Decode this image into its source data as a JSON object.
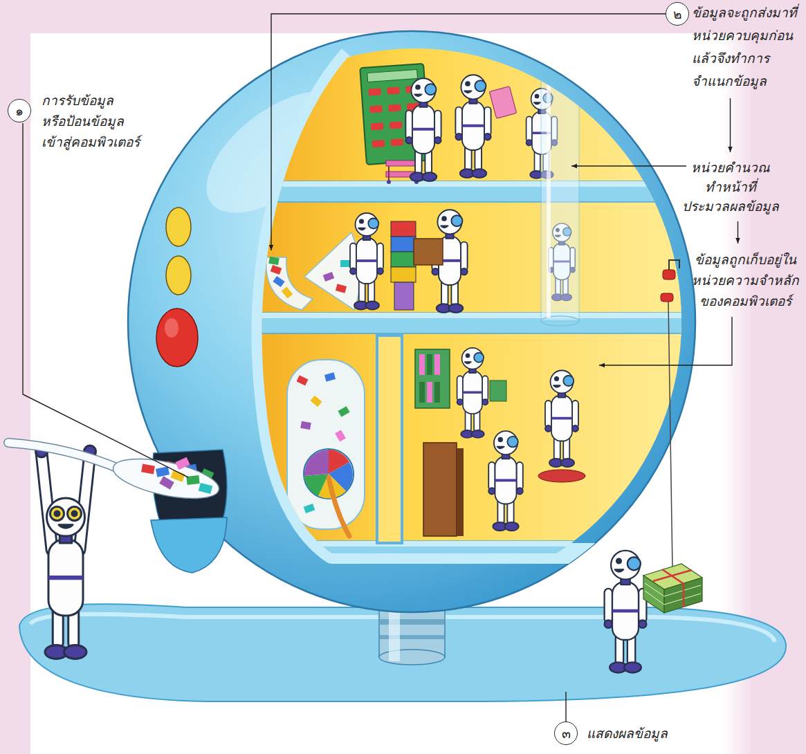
{
  "diagram": {
    "nodes": [
      {
        "text": [
          "๑",
          "การรับข้อมูล หรือป้อนข้อมูล เข้าสู่คอมพิวเตอร์"
        ]
      },
      {
        "text": [
          "๒",
          "ข้อมูลจะถูกส่งมาที่ หน่วยควบคุมก่อน แล้วจึงทำการ จำแนกข้อมูล"
        ]
      },
      {
        "text": [
          "หน่วยคำนวณ ทำหน้าที่ ประมวลผลข้อมูล"
        ]
      },
      {
        "text": [
          "ข้อมูลถูกเก็บอยู่ใน หน่วยความจำหลัก ของคอมพิวเตอร์"
        ]
      },
      {
        "text": [
          "๓",
          "แสดงผลข้อมูล"
        ]
      }
    ],
    "edges": [
      {
        "from": 1,
        "to": 2,
        "arrow": "to"
      },
      {
        "from": 2,
        "to": 3,
        "arrow": "to"
      }
    ]
  }
}
